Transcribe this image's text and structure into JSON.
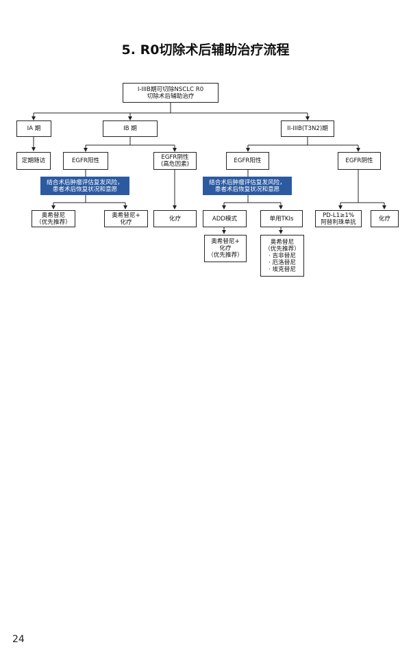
{
  "title": "5. R0切除术后辅助治疗流程",
  "page_number": "24",
  "nodes": {
    "root": [
      "I-IIIB期可切除NSCLC R0",
      "切除术后辅助治疗"
    ],
    "ia": [
      "IA 期"
    ],
    "ib": [
      "IB 期"
    ],
    "stage3": [
      "II-IIIB(T3N2)期"
    ],
    "followup": [
      "定期随访"
    ],
    "ib_egfr_pos": [
      "EGFR阳性"
    ],
    "ib_egfr_neg": [
      "EGFR阴性",
      "(高危因素)"
    ],
    "ib_band": [
      "结合术后肿瘤评估复发风险，",
      "患者术后恢复状况和意愿"
    ],
    "ib_osimertinib": [
      "奥希替尼",
      "（优先推荐）"
    ],
    "ib_osi_chemo": [
      "奥希替尼+",
      "化疗"
    ],
    "ib_chemo": [
      "化疗"
    ],
    "s3_egfr_pos": [
      "EGFR阳性"
    ],
    "s3_egfr_neg": [
      "EGFR阴性"
    ],
    "s3_band": [
      "结合术后肿瘤评估复发风险，",
      "患者术后恢复状况和意愿"
    ],
    "add_mode": [
      "ADD模式"
    ],
    "single_tki": [
      "单用TKIs"
    ],
    "add_result": [
      "奥希替尼+",
      "化疗",
      "（优先推荐）"
    ],
    "tki_result": [
      "奥希替尼",
      "（优先推荐）",
      "· 吉非替尼",
      "· 厄洛替尼",
      "· 埃克替尼"
    ],
    "pdl1": [
      "PD-L1≥1%",
      "阿替利珠单抗"
    ],
    "s3_chemo": [
      "化疗"
    ]
  },
  "colors": {
    "band": "#2b5aa0",
    "line": "#222222"
  }
}
